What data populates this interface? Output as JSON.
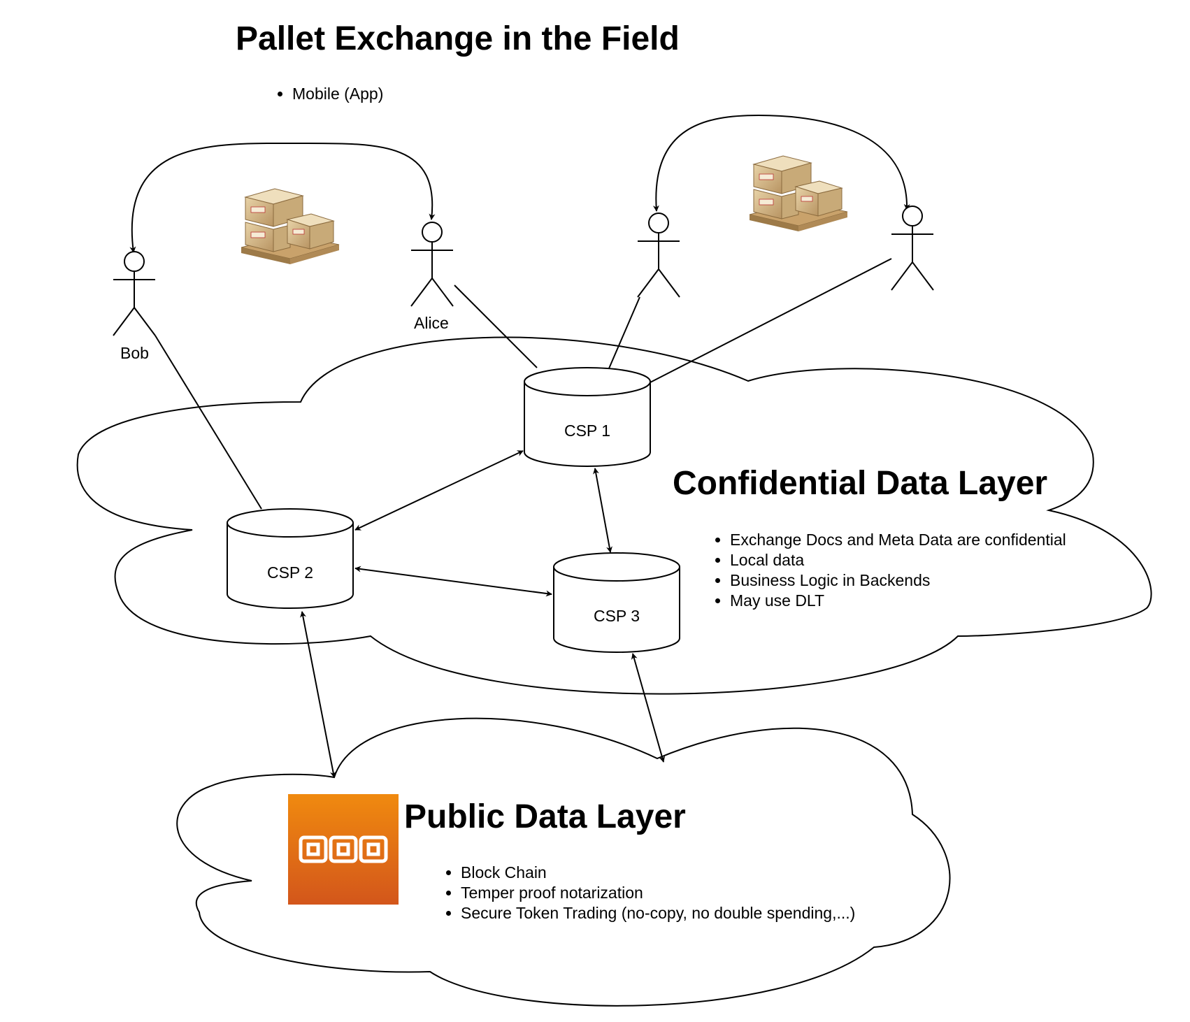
{
  "title": "Pallet Exchange in the Field",
  "mobile_bullets": [
    "Mobile (App)"
  ],
  "actors": {
    "bob": {
      "label": "Bob"
    },
    "alice": {
      "label": "Alice"
    },
    "actor3": {
      "label": ""
    },
    "actor4": {
      "label": ""
    }
  },
  "csp": {
    "csp1": "CSP 1",
    "csp2": "CSP 2",
    "csp3": "CSP 3"
  },
  "confidential_layer": {
    "title": "Confidential Data Layer",
    "bullets": [
      "Exchange Docs and Meta Data are confidential",
      "Local data",
      "Business Logic in Backends",
      "May use DLT"
    ]
  },
  "public_layer": {
    "title": "Public Data Layer",
    "bullets": [
      "Block Chain",
      "Temper proof notarization",
      "Secure Token Trading (no-copy, no double spending,...)"
    ]
  },
  "icons": {
    "pallet": "pallet-boxes-icon",
    "blockchain": "blockchain-chain-icon"
  },
  "colors": {
    "blockchain_top": "#f08a0f",
    "blockchain_bottom": "#d3561b"
  }
}
